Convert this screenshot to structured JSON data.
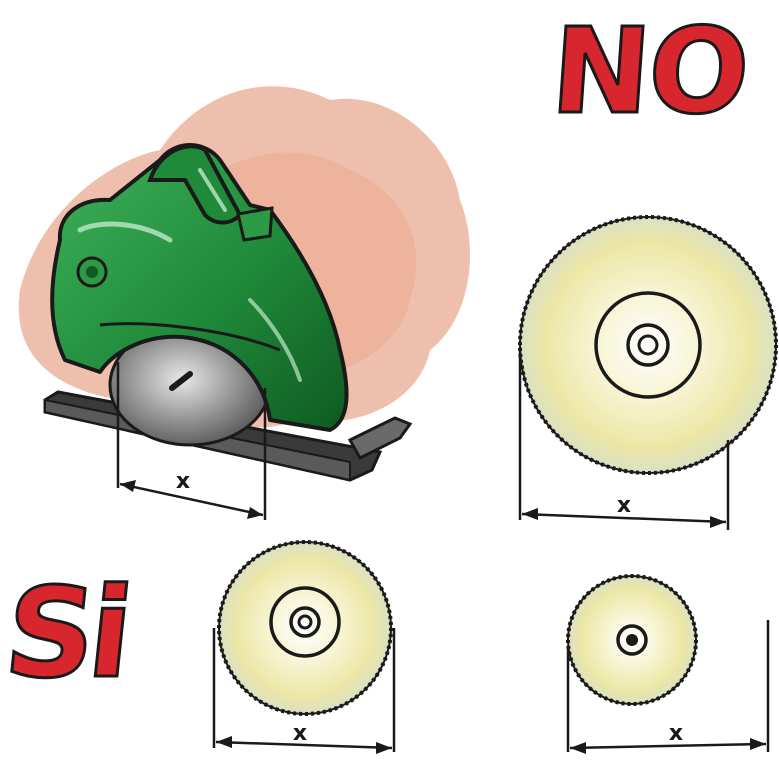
{
  "labels": {
    "no": "NO",
    "si": "Si",
    "dimension": "x"
  },
  "colors": {
    "label_red": "#d8262e",
    "saw_green": "#1f8a3a",
    "saw_dark_green": "#0f5a22",
    "blade_tint": "#f1efb8",
    "blade_grey": "#9a9a9a",
    "background_scribble": "#e08a6a",
    "ink": "#1a1a1a"
  },
  "icons": {
    "tool": "circular-saw-icon",
    "blade": "saw-blade-icon"
  }
}
